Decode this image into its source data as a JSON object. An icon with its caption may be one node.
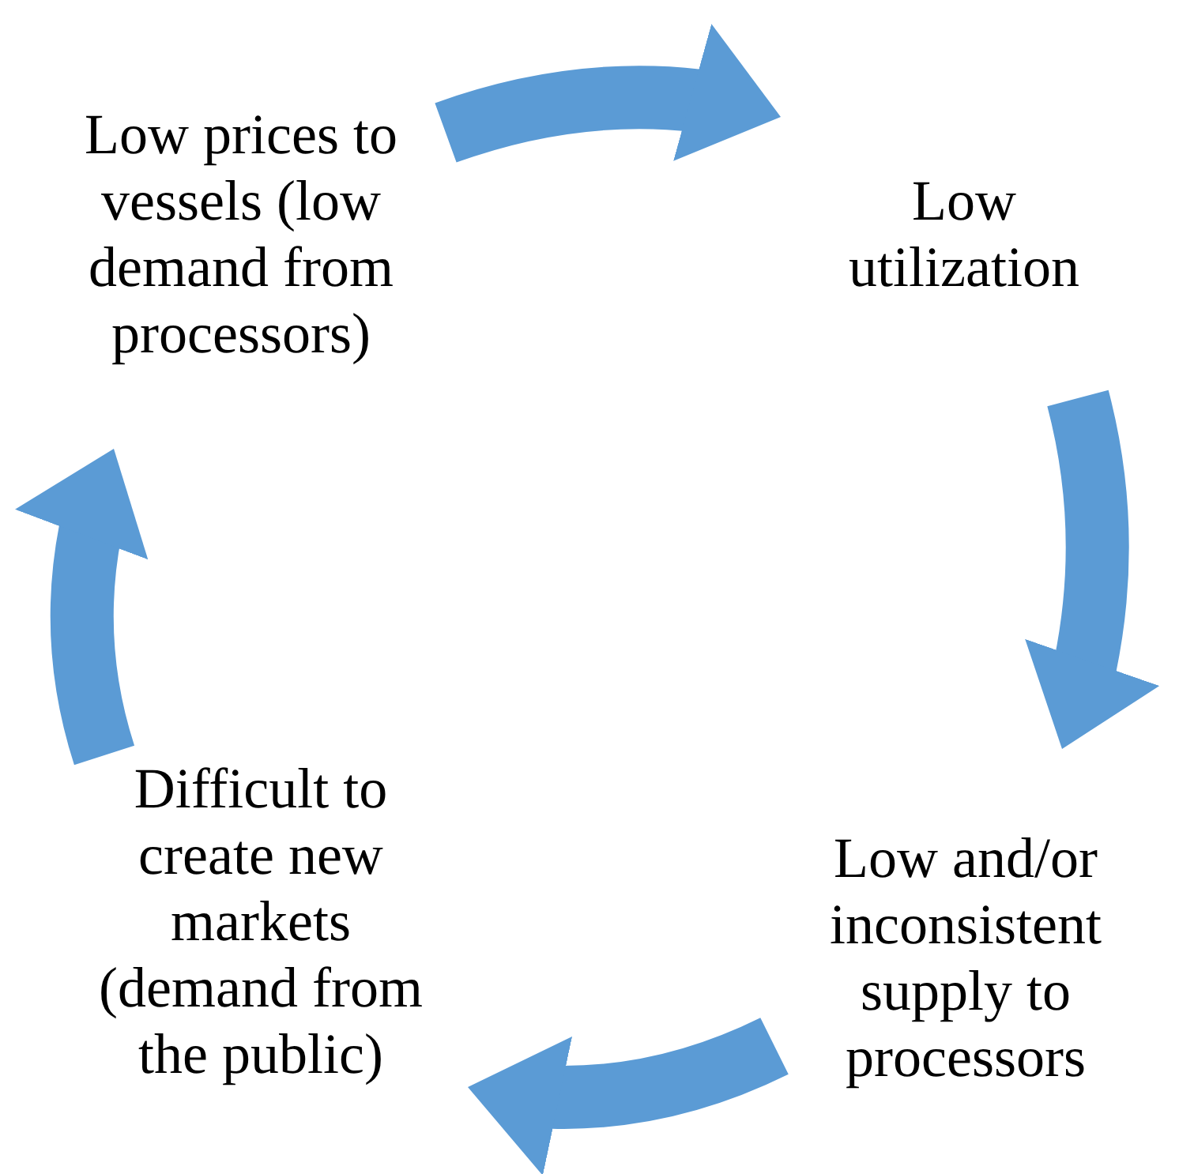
{
  "diagram": {
    "nodes": [
      {
        "text": [
          "Low prices to vessels (low demand from processors)"
        ]
      },
      {
        "text": [
          "Low utilization"
        ]
      },
      {
        "text": [
          "Low and/or inconsistent supply to processors"
        ]
      },
      {
        "text": [
          "Difficult to create new markets (demand from the public)"
        ]
      }
    ],
    "edges": [
      {
        "from": 0,
        "to": 1,
        "arrow": "to"
      },
      {
        "from": 1,
        "to": 2,
        "arrow": "to"
      },
      {
        "from": 2,
        "to": 3,
        "arrow": "to"
      },
      {
        "from": 3,
        "to": 0,
        "arrow": "to"
      }
    ]
  }
}
